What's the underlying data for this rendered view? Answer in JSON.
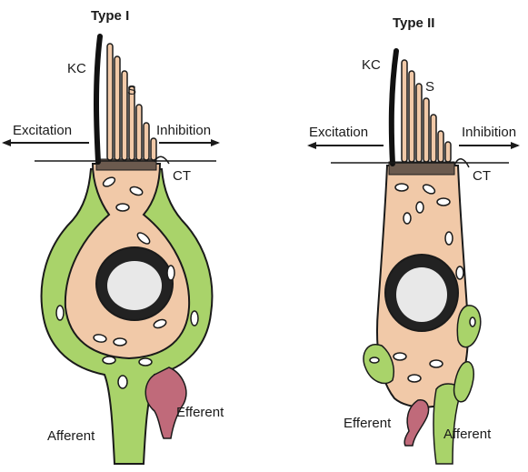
{
  "panels": [
    {
      "title": "Type I",
      "kinocilium": "KC",
      "stereocilia": "S",
      "excitation": "Excitation",
      "inhibition": "Inhibition",
      "cuticular_plate": "CT",
      "afferent": "Afferent",
      "efferent": "Efferent"
    },
    {
      "title": "Type II",
      "kinocilium": "KC",
      "stereocilia": "S",
      "excitation": "Excitation",
      "inhibition": "Inhibition",
      "cuticular_plate": "CT",
      "afferent": "Afferent",
      "efferent": "Efferent"
    }
  ],
  "colors": {
    "cell_body": "#f1c9a8",
    "afferent_calyx": "#a9d36a",
    "efferent": "#c06a7a",
    "outline": "#1a1a1a"
  }
}
